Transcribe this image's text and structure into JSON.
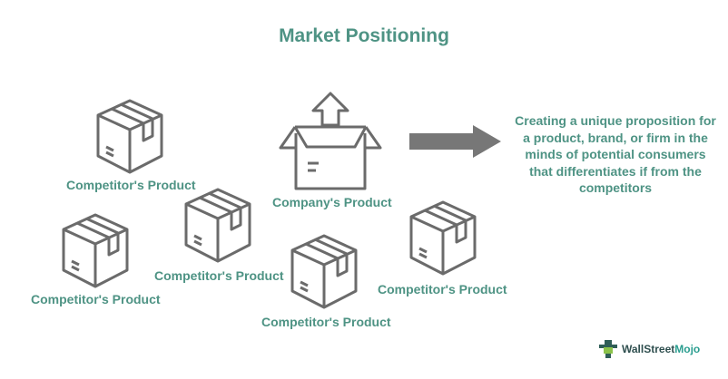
{
  "title": "Market Positioning",
  "company": {
    "label": "Company's Product",
    "icon": "open-box-arrow-up-icon"
  },
  "competitors": [
    {
      "label": "Competitor's Product",
      "icon": "box-icon"
    },
    {
      "label": "Competitor's Product",
      "icon": "box-icon"
    },
    {
      "label": "Competitor's Product",
      "icon": "box-icon"
    },
    {
      "label": "Competitor's Product",
      "icon": "box-icon"
    },
    {
      "label": "Competitor's Product",
      "icon": "box-icon"
    }
  ],
  "arrow_icon": "right-arrow-icon",
  "definition": "Creating a unique proposition for a product, brand, or firm in the minds of potential consumers that differentiates if from the competitors",
  "logo": {
    "name_part1": "WallStreet",
    "name_part2": "Mojo"
  },
  "colors": {
    "accent": "#4e9384",
    "icon_stroke": "#6b6b6b",
    "arrow_fill": "#777777"
  }
}
